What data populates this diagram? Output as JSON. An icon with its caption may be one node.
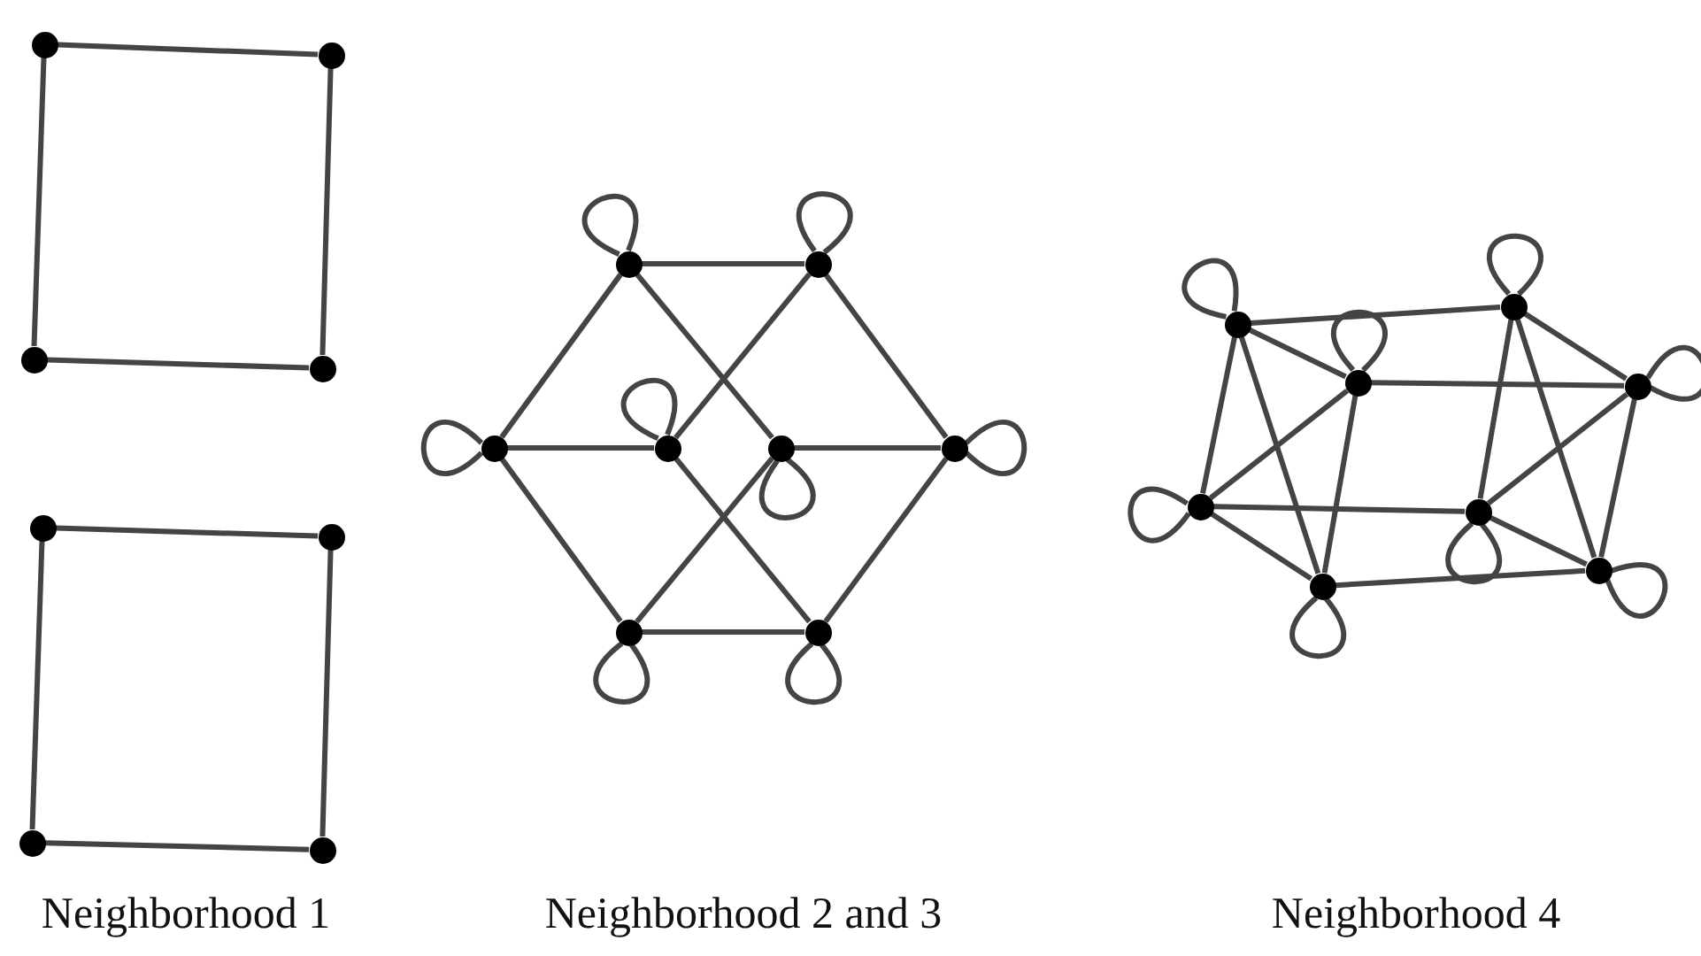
{
  "diagram": {
    "nodes": [
      {
        "text": [],
        "shape": "circle"
      },
      {
        "text": [],
        "shape": "circle"
      },
      {
        "text": [],
        "shape": "circle"
      },
      {
        "text": [],
        "shape": "circle"
      },
      {
        "text": [],
        "shape": "circle"
      },
      {
        "text": [],
        "shape": "circle"
      },
      {
        "text": [],
        "shape": "circle"
      },
      {
        "text": [],
        "shape": "circle"
      },
      {
        "text": [],
        "shape": "circle"
      },
      {
        "text": [],
        "shape": "circle"
      },
      {
        "text": [],
        "shape": "circle"
      },
      {
        "text": [],
        "shape": "circle"
      },
      {
        "text": [],
        "shape": "circle"
      },
      {
        "text": [],
        "shape": "circle"
      },
      {
        "text": [],
        "shape": "circle"
      },
      {
        "text": [],
        "shape": "circle"
      },
      {
        "text": [],
        "shape": "circle"
      },
      {
        "text": [],
        "shape": "circle"
      },
      {
        "text": [],
        "shape": "circle"
      },
      {
        "text": [],
        "shape": "circle"
      },
      {
        "text": [],
        "shape": "circle"
      },
      {
        "text": [],
        "shape": "circle"
      },
      {
        "text": [],
        "shape": "circle"
      },
      {
        "text": [],
        "shape": "circle"
      }
    ],
    "edges": [
      {
        "from": 0,
        "to": 1,
        "arrow": "none"
      },
      {
        "from": 1,
        "to": 2,
        "arrow": "none"
      },
      {
        "from": 2,
        "to": 3,
        "arrow": "none"
      },
      {
        "from": 3,
        "to": 0,
        "arrow": "none"
      },
      {
        "from": 4,
        "to": 5,
        "arrow": "none"
      },
      {
        "from": 5,
        "to": 6,
        "arrow": "none"
      },
      {
        "from": 6,
        "to": 7,
        "arrow": "none"
      },
      {
        "from": 7,
        "to": 4,
        "arrow": "none"
      },
      {
        "from": 8,
        "to": 9,
        "arrow": "none"
      },
      {
        "from": 8,
        "to": 10,
        "arrow": "none"
      },
      {
        "from": 8,
        "to": 12,
        "arrow": "none"
      },
      {
        "from": 9,
        "to": 13,
        "arrow": "none"
      },
      {
        "from": 9,
        "to": 11,
        "arrow": "none"
      },
      {
        "from": 10,
        "to": 11,
        "arrow": "none"
      },
      {
        "from": 12,
        "to": 13,
        "arrow": "none"
      },
      {
        "from": 10,
        "to": 14,
        "arrow": "none"
      },
      {
        "from": 11,
        "to": 15,
        "arrow": "none"
      },
      {
        "from": 12,
        "to": 14,
        "arrow": "none"
      },
      {
        "from": 13,
        "to": 15,
        "arrow": "none"
      },
      {
        "from": 14,
        "to": 15,
        "arrow": "none"
      },
      {
        "from": 8,
        "to": 8,
        "arrow": "none"
      },
      {
        "from": 9,
        "to": 9,
        "arrow": "none"
      },
      {
        "from": 10,
        "to": 10,
        "arrow": "none"
      },
      {
        "from": 11,
        "to": 11,
        "arrow": "none"
      },
      {
        "from": 12,
        "to": 12,
        "arrow": "none"
      },
      {
        "from": 13,
        "to": 13,
        "arrow": "none"
      },
      {
        "from": 14,
        "to": 14,
        "arrow": "none"
      },
      {
        "from": 15,
        "to": 15,
        "arrow": "none"
      },
      {
        "from": 16,
        "to": 18,
        "arrow": "none"
      },
      {
        "from": 16,
        "to": 17,
        "arrow": "none"
      },
      {
        "from": 16,
        "to": 20,
        "arrow": "none"
      },
      {
        "from": 16,
        "to": 22,
        "arrow": "none"
      },
      {
        "from": 17,
        "to": 19,
        "arrow": "none"
      },
      {
        "from": 17,
        "to": 20,
        "arrow": "none"
      },
      {
        "from": 17,
        "to": 22,
        "arrow": "none"
      },
      {
        "from": 18,
        "to": 19,
        "arrow": "none"
      },
      {
        "from": 18,
        "to": 21,
        "arrow": "none"
      },
      {
        "from": 18,
        "to": 23,
        "arrow": "none"
      },
      {
        "from": 19,
        "to": 21,
        "arrow": "none"
      },
      {
        "from": 19,
        "to": 23,
        "arrow": "none"
      },
      {
        "from": 20,
        "to": 21,
        "arrow": "none"
      },
      {
        "from": 20,
        "to": 22,
        "arrow": "none"
      },
      {
        "from": 22,
        "to": 23,
        "arrow": "none"
      },
      {
        "from": 21,
        "to": 23,
        "arrow": "none"
      },
      {
        "from": 16,
        "to": 16,
        "arrow": "none"
      },
      {
        "from": 17,
        "to": 17,
        "arrow": "none"
      },
      {
        "from": 18,
        "to": 18,
        "arrow": "none"
      },
      {
        "from": 19,
        "to": 19,
        "arrow": "none"
      },
      {
        "from": 20,
        "to": 20,
        "arrow": "none"
      },
      {
        "from": 21,
        "to": 21,
        "arrow": "none"
      },
      {
        "from": 22,
        "to": 22,
        "arrow": "none"
      },
      {
        "from": 23,
        "to": 23,
        "arrow": "none"
      }
    ],
    "labels": [
      "Neighborhood 1",
      "Neighborhood 2 and 3",
      "Neighborhood 4"
    ]
  }
}
